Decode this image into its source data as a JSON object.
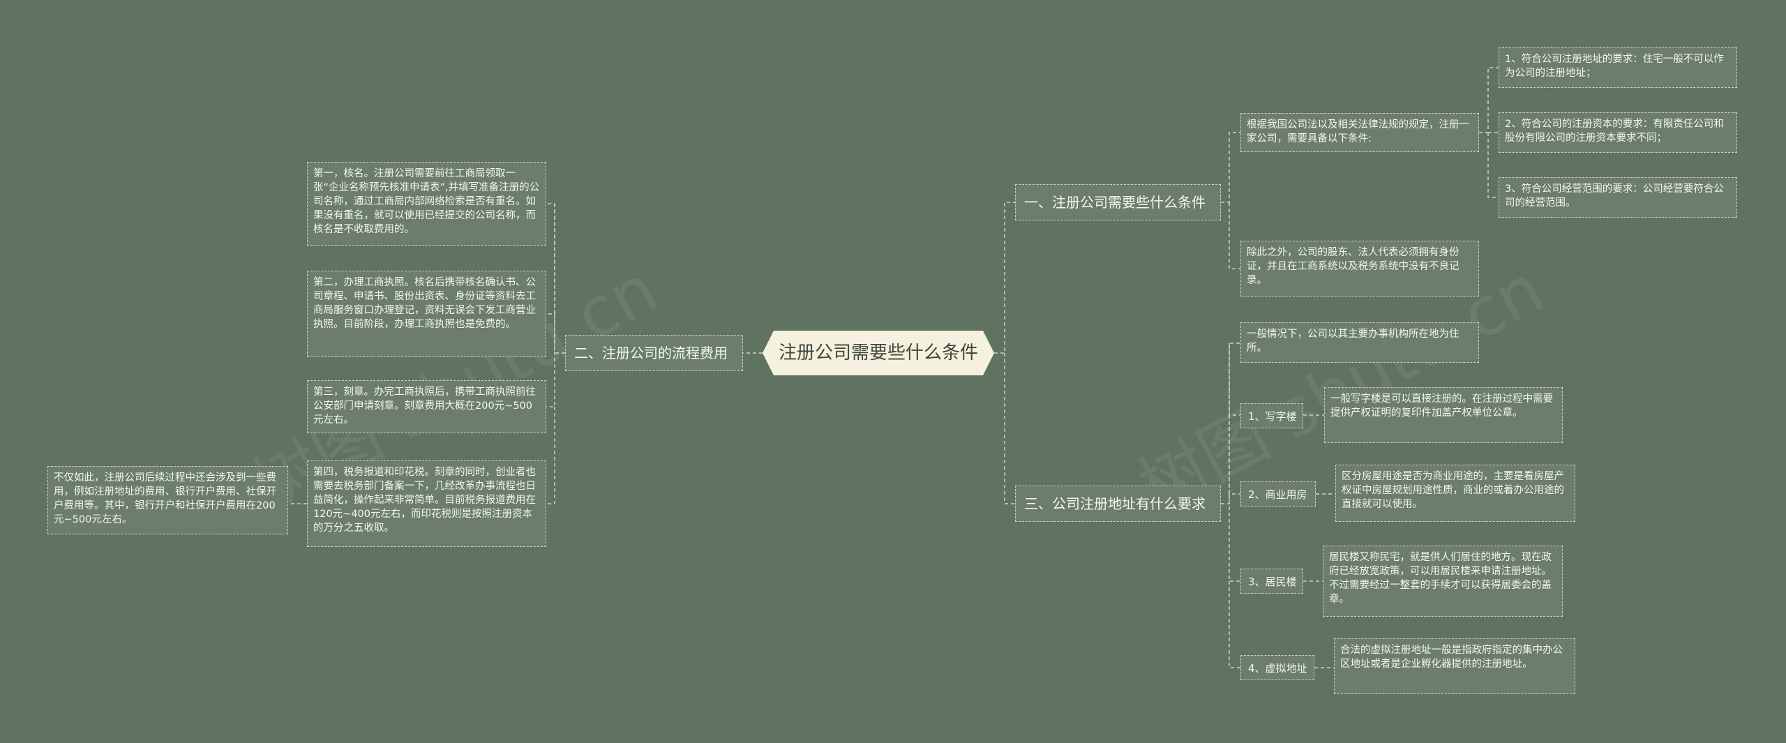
{
  "watermarks": [
    "树图 shutu.cn",
    "树图 shutu.cn"
  ],
  "root": "注册公司需要些什么条件",
  "left": {
    "branch": "二、注册公司的流程费用",
    "steps": [
      "第一，核名。注册公司需要前往工商局领取一张“企业名称预先核准申请表”,并填写准备注册的公司名称，通过工商局内部网络检索是否有重名。如果没有重名，就可以使用已经提交的公司名称，而核名是不收取费用的。",
      "第二，办理工商执照。核名后携带核名确认书、公司章程、申请书、股份出资表、身份证等资料去工商局服务窗口办理登记，资料无误会下发工商营业执照。目前阶段，办理工商执照也是免费的。",
      "第三，刻章。办完工商执照后，携带工商执照前往公安部门申请刻章。刻章费用大概在200元~500元左右。",
      "第四，税务报道和印花税。刻章的同时，创业者也需要去税务部门备案一下，几经改革办事流程也日益简化，操作起来非常简单。目前税务报道费用在120元~400元左右，而印花税则是按照注册资本的万分之五收取。"
    ],
    "extra": "不仅如此，注册公司后续过程中还会涉及到一些费用，例如注册地址的费用、银行开户费用、社保开户费用等。其中，银行开户和社保开户费用在200元~500元左右。"
  },
  "right1": {
    "branch": "一、注册公司需要些什么条件",
    "intro": "根据我国公司法以及相关法律法规的规定，注册一家公司，需要具备以下条件:",
    "conditions": [
      "1、符合公司注册地址的要求：住宅一般不可以作为公司的注册地址；",
      "2、符合公司的注册资本的要求：有限责任公司和股份有限公司的注册资本要求不同；",
      "3、符合公司经营范围的要求：公司经营要符合公司的经营范围。"
    ],
    "extra": "除此之外，公司的股东、法人代表必须拥有身份证，并且在工商系统以及税务系统中没有不良记录。"
  },
  "right2": {
    "branch": "三、公司注册地址有什么要求",
    "intro": "一般情况下，公司以其主要办事机构所在地为住所。",
    "types": [
      {
        "label": "1、写字楼",
        "desc": "一般写字楼是可以直接注册的。在注册过程中需要提供产权证明的复印件加盖产权单位公章。"
      },
      {
        "label": "2、商业用房",
        "desc": "区分房屋用途是否为商业用途的，主要是看房屋产权证中房屋规划用途性质，商业的或着办公用途的直接就可以使用。"
      },
      {
        "label": "3、居民楼",
        "desc": "居民楼又称民宅，就是供人们居住的地方。现在政府已经放宽政策，可以用居民楼来申请注册地址。不过需要经过一整套的手续才可以获得居委会的盖章。"
      },
      {
        "label": "4、虚拟地址",
        "desc": "合法的虚拟注册地址一般是指政府指定的集中办公区地址或者是企业孵化器提供的注册地址。"
      }
    ]
  },
  "colors": {
    "background": "#607360",
    "node_fill": "#6c7e6b",
    "node_border": "#c8d4c6",
    "root_fill": "#f4f1df",
    "text": "#f4f6ee"
  }
}
